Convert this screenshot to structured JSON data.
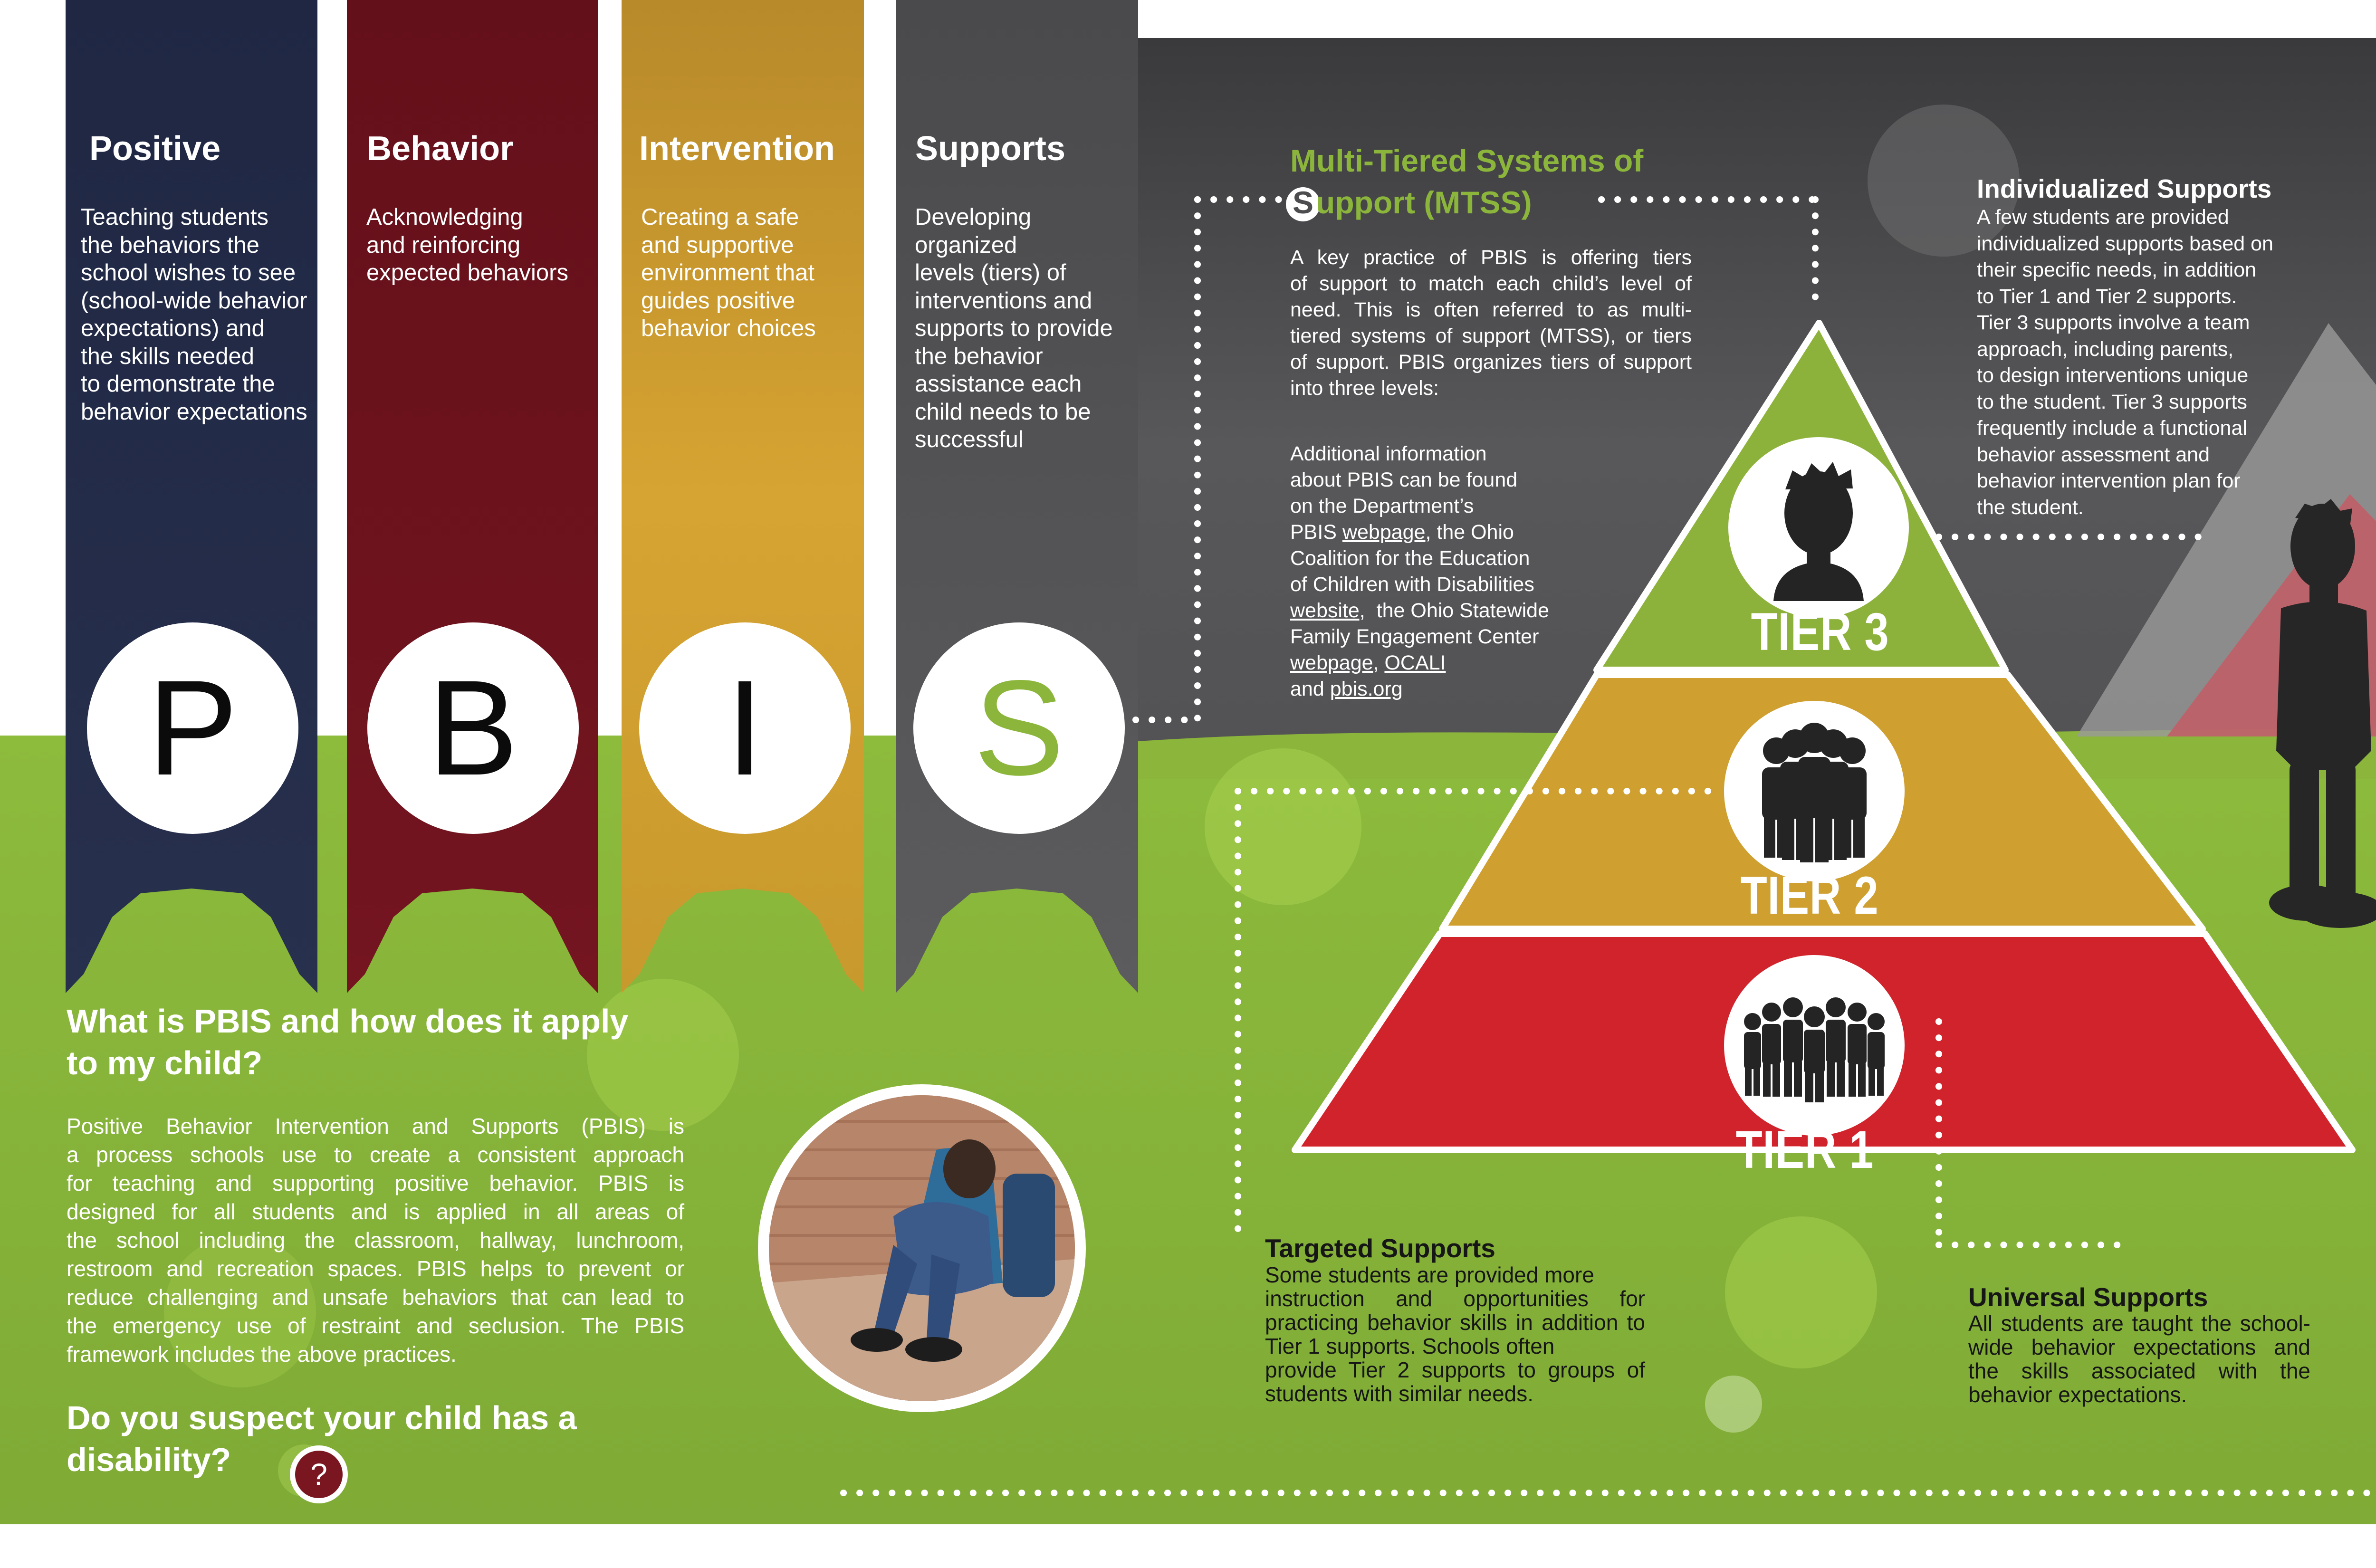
{
  "colors": {
    "navy": "#222b47",
    "maroon": "#6e111d",
    "gold": "#cd9c2d",
    "slate": "#58585a",
    "green": "#8bb63b",
    "dark_panel": "#4d4d4f",
    "tier1_red": "#d1232c",
    "tier2_gold": "#cf9f2f",
    "tier3_green": "#8db23c",
    "mtss_title_green": "#8bb63b",
    "help_button": "#7a1620"
  },
  "banners": [
    {
      "title": "Positive",
      "letter": "P",
      "text_lines": [
        "Teaching students",
        "the behaviors the",
        "school wishes to see",
        "(school-wide behavior",
        "expectations) and",
        "the skills needed",
        "to demonstrate the",
        "behavior expectations"
      ]
    },
    {
      "title": "Behavior",
      "letter": "B",
      "text_lines": [
        "Acknowledging",
        "and reinforcing",
        "expected behaviors"
      ]
    },
    {
      "title": "Intervention",
      "letter": "I",
      "text_lines": [
        "Creating a safe",
        "and supportive",
        "environment that",
        "guides positive",
        "behavior choices"
      ]
    },
    {
      "title": "Supports",
      "letter": "S",
      "text_lines": [
        "Developing",
        "organized",
        "levels (tiers) of",
        "interventions and",
        "supports to provide",
        "the behavior",
        "assistance each",
        "child needs to be",
        "successful"
      ]
    }
  ],
  "mtss": {
    "title_line1": "Multi-Tiered Systems of",
    "title_initial": "S",
    "title_line2_rest": "upport (MTSS)",
    "paragraph_lines": [
      "A key practice of PBIS is offering tiers",
      "of support to match each child’s level of",
      "need. This is often referred to as multi-",
      "tiered systems of support (MTSS), or tiers",
      "of support. PBIS organizes tiers of support",
      "into three levels:"
    ],
    "additional": {
      "line1": "Additional information",
      "line2": "about PBIS can be found",
      "line3": "on the Department’s",
      "line4_prefix": "PBIS ",
      "link_webpage_1": "webpage",
      "line4_suffix": ", the Ohio",
      "line5": "Coalition for the Education",
      "line6": "of Children with Disabilities",
      "link_website": "website,",
      "line7_suffix": "  the Ohio Statewide",
      "line8": "Family Engagement Center",
      "link_webpage_2": "webpage",
      "line9_sep": ", ",
      "link_ocali": "OCALI",
      "line10_prefix": "and ",
      "link_pbisorg": "pbis.org"
    }
  },
  "pyramid": {
    "tiers": [
      {
        "label": "TIER 3",
        "icon": "single-student-icon"
      },
      {
        "label": "TIER 2",
        "icon": "small-group-icon"
      },
      {
        "label": "TIER 1",
        "icon": "large-group-icon"
      }
    ]
  },
  "individualized": {
    "title": "Individualized Supports",
    "lines": [
      "A few students are provided",
      "individualized supports based on",
      "their specific needs, in addition",
      "to Tier 1 and Tier 2 supports.",
      "Tier 3 supports involve a team",
      "approach, including parents,",
      "to design interventions unique",
      "to the student. Tier 3 supports",
      "frequently include a functional",
      "behavior assessment and",
      "behavior intervention plan for",
      "the student."
    ]
  },
  "targeted": {
    "title": "Targeted Supports",
    "lines": [
      "Some students are provided more",
      "instruction and opportunities for",
      "practicing behavior skills in addition to",
      "Tier 1 supports. Schools often",
      "provide Tier 2 supports to groups of",
      "students with similar needs."
    ]
  },
  "universal": {
    "title": "Universal Supports",
    "lines": [
      "All students are taught the school-",
      "wide behavior expectations and",
      "the skills associated with the",
      "behavior expectations."
    ]
  },
  "what_is": {
    "title_line1": "What is PBIS and how does it apply",
    "title_line2": "to my child?",
    "lines": [
      "Positive Behavior Intervention and Supports (PBIS) is",
      "a process schools use to create a consistent approach",
      "for teaching and supporting positive behavior. PBIS is",
      "designed for all students and is applied in all areas of",
      "the school including the classroom, hallway, lunchroom,",
      "restroom and recreation spaces. PBIS helps to prevent or",
      "reduce challenging and unsafe behaviors that can lead to",
      "the emergency use of restraint and seclusion. The PBIS",
      "framework includes the above practices."
    ]
  },
  "suspect": {
    "title_line1": "Do you suspect your child has a",
    "title_line2": "disability?",
    "help_glyph": "?"
  }
}
